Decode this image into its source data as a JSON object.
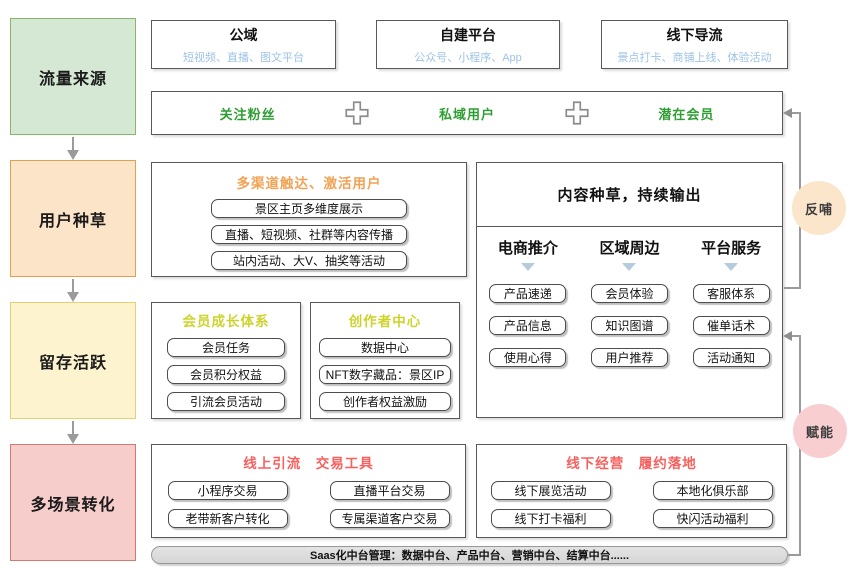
{
  "left_flow": {
    "items": [
      {
        "label": "流量来源"
      },
      {
        "label": "用户种草"
      },
      {
        "label": "留存活跃"
      },
      {
        "label": "多场景转化"
      }
    ]
  },
  "sources": {
    "items": [
      {
        "title": "公域",
        "subtitle": "短视频、直播、图文平台"
      },
      {
        "title": "自建平台",
        "subtitle": "公众号、小程序、App"
      },
      {
        "title": "线下导流",
        "subtitle": "景点打卡、商铺上线、体验活动"
      }
    ]
  },
  "fans_row": {
    "items": [
      {
        "label": "关注粉丝"
      },
      {
        "label": "私域用户"
      },
      {
        "label": "潜在会员"
      }
    ]
  },
  "seeding": {
    "title": "多渠道触达、激活用户",
    "items": [
      {
        "label": "景区主页多维度展示"
      },
      {
        "label": "直播、短视频、社群等内容传播"
      },
      {
        "label": "站内活动、大V、抽奖等活动"
      }
    ]
  },
  "content": {
    "title": "内容种草，持续输出",
    "columns": [
      {
        "header": "电商推介",
        "items": [
          {
            "label": "产品速递"
          },
          {
            "label": "产品信息"
          },
          {
            "label": "使用心得"
          }
        ]
      },
      {
        "header": "区域周边",
        "items": [
          {
            "label": "会员体验"
          },
          {
            "label": "知识图谱"
          },
          {
            "label": "用户推荐"
          }
        ]
      },
      {
        "header": "平台服务",
        "items": [
          {
            "label": "客服体系"
          },
          {
            "label": "催单话术"
          },
          {
            "label": "活动通知"
          }
        ]
      }
    ]
  },
  "retention": {
    "membership": {
      "title": "会员成长体系",
      "items": [
        {
          "label": "会员任务"
        },
        {
          "label": "会员积分权益"
        },
        {
          "label": "引流会员活动"
        }
      ]
    },
    "creator": {
      "title": "创作者中心",
      "items": [
        {
          "label": "数据中心"
        },
        {
          "label": "NFT数字藏品：景区IP"
        },
        {
          "label": "创作者权益激励"
        }
      ]
    }
  },
  "conversion": {
    "online": {
      "title": "线上引流　交易工具",
      "items": [
        {
          "label": "小程序交易"
        },
        {
          "label": "直播平台交易"
        },
        {
          "label": "老带新客户转化"
        },
        {
          "label": "专属渠道客户交易"
        }
      ]
    },
    "offline": {
      "title": "线下经营　履约落地",
      "items": [
        {
          "label": "线下展览活动"
        },
        {
          "label": "本地化俱乐部"
        },
        {
          "label": "线下打卡福利"
        },
        {
          "label": "快闪活动福利"
        }
      ]
    }
  },
  "saas_bar": {
    "text": "Saas化中台管理：数据中台、产品中台、营销中台、结算中台......"
  },
  "badges": {
    "feedback": "反哺",
    "empower": "赋能"
  },
  "colors": {
    "stage_green": "#d5e8d4",
    "stage_orange": "#fce4c9",
    "stage_yellow": "#fdf3cf",
    "stage_pink": "#f7cdcb",
    "subtitle_blue": "#9dc3e8",
    "fans_green": "#2e9e33",
    "seeding_orange": "#f2a254",
    "retention_chartreuse": "#cdd32b",
    "conversion_red": "#f95f5c",
    "badge_feedback": "#fbe6cc",
    "badge_empower": "#f8ced1",
    "connector_gray": "#9b9b9b"
  }
}
